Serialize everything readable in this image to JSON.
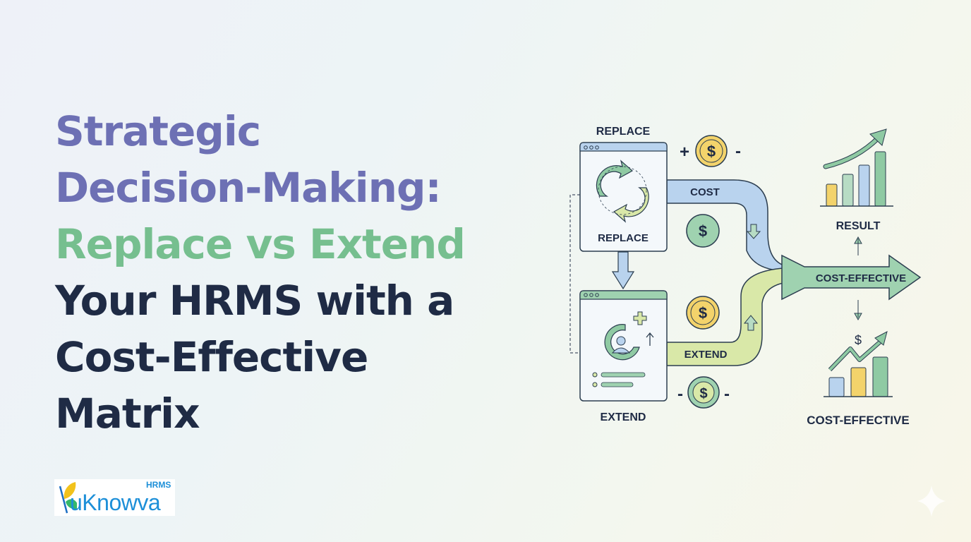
{
  "title": {
    "line1": "Strategic",
    "line2": "Decision-Making:",
    "line3": "Replace vs Extend",
    "line4": "Your HRMS with a",
    "line5": "Cost-Effective",
    "line6": "Matrix"
  },
  "logo": {
    "brand": "uKnowva",
    "sub": "HRMS"
  },
  "diagram": {
    "replace_heading": "REPLACE",
    "replace_window_label": "REPLACE",
    "extend_label": "EXTEND",
    "cost_band": "COST",
    "extend_band": "EXTEND",
    "main_arrow": "COST-EFFECTIVE",
    "result_label": "RESULT",
    "bottom_label": "COST-EFFECTIVE",
    "plus": "+",
    "minus": "-",
    "dollar": "$"
  },
  "colors": {
    "purple": "#6d70b4",
    "green": "#76bf8f",
    "navy": "#1f2b45",
    "blue": "#b9d3ee",
    "lime": "#d9e8a8",
    "yellow": "#f3d36b"
  }
}
